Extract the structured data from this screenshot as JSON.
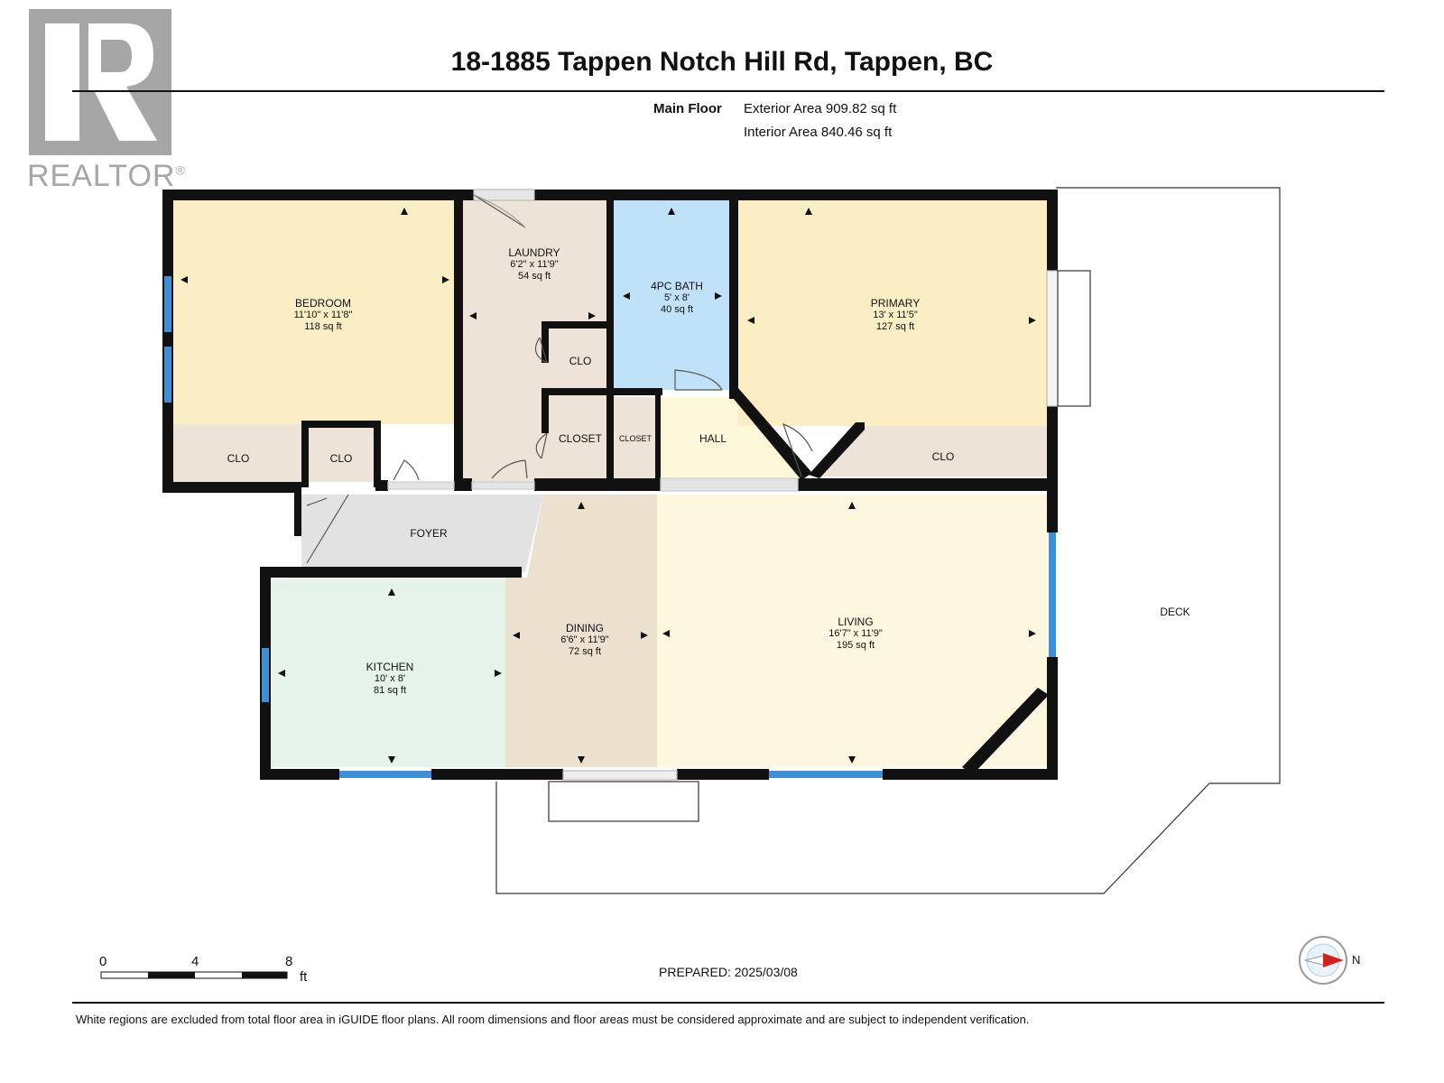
{
  "branding": {
    "logo_text": "REALTOR",
    "registered": "®"
  },
  "header": {
    "title": "18-1885 Tappen Notch Hill Rd, Tappen, BC",
    "floor": "Main Floor",
    "exterior_area": "Exterior Area 909.82 sq ft",
    "interior_area": "Interior Area 840.46 sq ft"
  },
  "rooms": {
    "bedroom": {
      "name": "BEDROOM",
      "dims": "11'10\" x 11'8\"",
      "area": "118 sq ft"
    },
    "laundry": {
      "name": "LAUNDRY",
      "dims": "6'2\" x 11'9\"",
      "area": "54 sq ft"
    },
    "bath": {
      "name": "4PC BATH",
      "dims": "5' x 8'",
      "area": "40 sq ft"
    },
    "primary": {
      "name": "PRIMARY",
      "dims": "13' x 11'5\"",
      "area": "127 sq ft"
    },
    "dining": {
      "name": "DINING",
      "dims": "6'6\" x 11'9\"",
      "area": "72 sq ft"
    },
    "living": {
      "name": "LIVING",
      "dims": "16'7\" x 11'9\"",
      "area": "195 sq ft"
    },
    "kitchen": {
      "name": "KITCHEN",
      "dims": "10' x 8'",
      "area": "81 sq ft"
    }
  },
  "labels": {
    "clo": "CLO",
    "closet": "CLOSET",
    "hall": "HALL",
    "foyer": "FOYER",
    "deck": "DECK"
  },
  "scale": {
    "ticks": [
      "0",
      "4",
      "8"
    ],
    "unit": "ft"
  },
  "compass": {
    "north": "N"
  },
  "prepared": "PREPARED: 2025/03/08",
  "footer": "White regions are excluded from total floor area in iGUIDE floor plans. All room dimensions and floor areas must be considered approximate and are subject to independent verification.",
  "colors": {
    "wall": "#111111",
    "bedroom": "#fbeec4",
    "laundry": "#ede3d7",
    "bath": "#bfe2f9",
    "primary": "#fbeec4",
    "closet": "#ede3d7",
    "hall": "#fdf7da",
    "foyer": "#e2e2e2",
    "dining": "#ece0cf",
    "living": "#fdf7e0",
    "kitchen": "#e6f3ea",
    "window": "#3d8fd6",
    "logo": "#a6a6a6"
  }
}
